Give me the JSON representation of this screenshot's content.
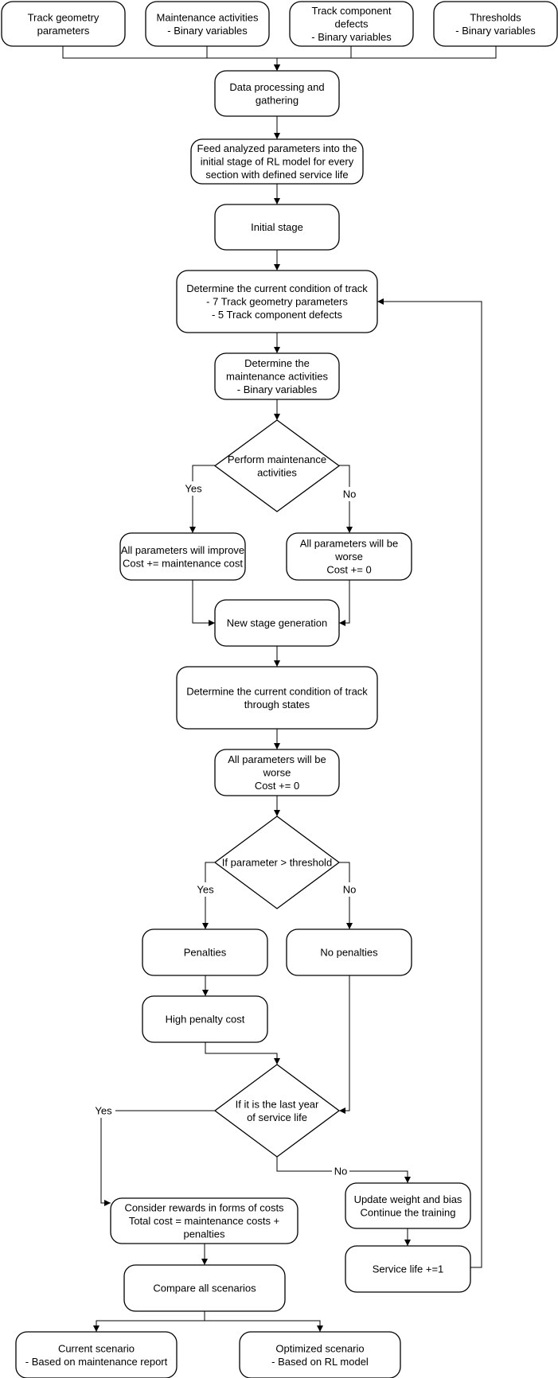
{
  "diagram": {
    "type": "flowchart",
    "nodes": [
      {
        "id": "track_geometry",
        "shape": "rounded",
        "lines": [
          "Track geometry",
          "parameters"
        ]
      },
      {
        "id": "maintenance_inputs",
        "shape": "rounded",
        "lines": [
          "Maintenance activities",
          "- Binary variables"
        ]
      },
      {
        "id": "component_defects",
        "shape": "rounded",
        "lines": [
          "Track component",
          "defects",
          "- Binary variables"
        ]
      },
      {
        "id": "thresholds",
        "shape": "rounded",
        "lines": [
          "Thresholds",
          "- Binary variables"
        ]
      },
      {
        "id": "data_processing",
        "shape": "rounded",
        "lines": [
          "Data processing and",
          "gathering"
        ]
      },
      {
        "id": "feed_parameters",
        "shape": "rounded",
        "lines": [
          "Feed analyzed parameters into the",
          "initial stage of RL model for every",
          "section with defined service life"
        ]
      },
      {
        "id": "initial_stage",
        "shape": "rounded",
        "lines": [
          "Initial stage"
        ]
      },
      {
        "id": "current_condition",
        "shape": "rounded",
        "lines": [
          "Determine the current condition of track",
          "- 7 Track geometry parameters",
          "- 5 Track component defects"
        ]
      },
      {
        "id": "determine_maintenance",
        "shape": "rounded",
        "lines": [
          "Determine the",
          "maintenance activities",
          "- Binary variables"
        ]
      },
      {
        "id": "perform_maintenance",
        "shape": "diamond",
        "lines": [
          "Perform maintenance",
          "activities"
        ]
      },
      {
        "id": "improve",
        "shape": "rounded",
        "lines": [
          "All parameters will improve",
          "Cost += maintenance cost"
        ]
      },
      {
        "id": "worse_1",
        "shape": "rounded",
        "lines": [
          "All parameters will be",
          "worse",
          "Cost += 0"
        ]
      },
      {
        "id": "new_stage",
        "shape": "rounded",
        "lines": [
          "New stage generation"
        ]
      },
      {
        "id": "condition_states",
        "shape": "rounded",
        "lines": [
          "Determine the current condition of track",
          "through states"
        ]
      },
      {
        "id": "worse_2",
        "shape": "rounded",
        "lines": [
          "All parameters will be",
          "worse",
          "Cost += 0"
        ]
      },
      {
        "id": "threshold_check",
        "shape": "diamond",
        "lines": [
          "If parameter > threshold"
        ]
      },
      {
        "id": "penalties",
        "shape": "rounded",
        "lines": [
          "Penalties"
        ]
      },
      {
        "id": "no_penalties",
        "shape": "rounded",
        "lines": [
          "No penalties"
        ]
      },
      {
        "id": "high_penalty",
        "shape": "rounded",
        "lines": [
          "High penalty cost"
        ]
      },
      {
        "id": "last_year",
        "shape": "diamond",
        "lines": [
          "If it is the last year",
          "of service life"
        ]
      },
      {
        "id": "consider_rewards",
        "shape": "rounded",
        "lines": [
          "Consider rewards in forms of costs",
          "Total cost = maintenance costs +",
          "penalties"
        ]
      },
      {
        "id": "update_weights",
        "shape": "rounded",
        "lines": [
          "Update weight and bias",
          "Continue the training"
        ]
      },
      {
        "id": "compare_scenarios",
        "shape": "rounded",
        "lines": [
          "Compare all scenarios"
        ]
      },
      {
        "id": "service_life",
        "shape": "rounded",
        "lines": [
          "Service life +=1"
        ]
      },
      {
        "id": "current_scenario",
        "shape": "rounded",
        "lines": [
          "Current scenario",
          "- Based on maintenance report"
        ]
      },
      {
        "id": "optimized_scenario",
        "shape": "rounded",
        "lines": [
          "Optimized scenario",
          "- Based on RL model"
        ]
      }
    ],
    "edges": [
      {
        "from": "track_geometry",
        "to": "data_processing",
        "label": ""
      },
      {
        "from": "maintenance_inputs",
        "to": "data_processing",
        "label": ""
      },
      {
        "from": "component_defects",
        "to": "data_processing",
        "label": ""
      },
      {
        "from": "thresholds",
        "to": "data_processing",
        "label": ""
      },
      {
        "from": "data_processing",
        "to": "feed_parameters",
        "label": ""
      },
      {
        "from": "feed_parameters",
        "to": "initial_stage",
        "label": ""
      },
      {
        "from": "initial_stage",
        "to": "current_condition",
        "label": ""
      },
      {
        "from": "current_condition",
        "to": "determine_maintenance",
        "label": ""
      },
      {
        "from": "determine_maintenance",
        "to": "perform_maintenance",
        "label": ""
      },
      {
        "from": "perform_maintenance",
        "to": "improve",
        "label": "Yes"
      },
      {
        "from": "perform_maintenance",
        "to": "worse_1",
        "label": "No"
      },
      {
        "from": "improve",
        "to": "new_stage",
        "label": ""
      },
      {
        "from": "worse_1",
        "to": "new_stage",
        "label": ""
      },
      {
        "from": "new_stage",
        "to": "condition_states",
        "label": ""
      },
      {
        "from": "condition_states",
        "to": "worse_2",
        "label": ""
      },
      {
        "from": "worse_2",
        "to": "threshold_check",
        "label": ""
      },
      {
        "from": "threshold_check",
        "to": "penalties",
        "label": "Yes"
      },
      {
        "from": "threshold_check",
        "to": "no_penalties",
        "label": "No"
      },
      {
        "from": "penalties",
        "to": "high_penalty",
        "label": ""
      },
      {
        "from": "high_penalty",
        "to": "last_year",
        "label": ""
      },
      {
        "from": "no_penalties",
        "to": "last_year",
        "label": ""
      },
      {
        "from": "last_year",
        "to": "consider_rewards",
        "label": "Yes"
      },
      {
        "from": "last_year",
        "to": "update_weights",
        "label": "No"
      },
      {
        "from": "update_weights",
        "to": "service_life",
        "label": ""
      },
      {
        "from": "service_life",
        "to": "current_condition",
        "label": ""
      },
      {
        "from": "consider_rewards",
        "to": "compare_scenarios",
        "label": ""
      },
      {
        "from": "compare_scenarios",
        "to": "current_scenario",
        "label": ""
      },
      {
        "from": "compare_scenarios",
        "to": "optimized_scenario",
        "label": ""
      }
    ]
  }
}
